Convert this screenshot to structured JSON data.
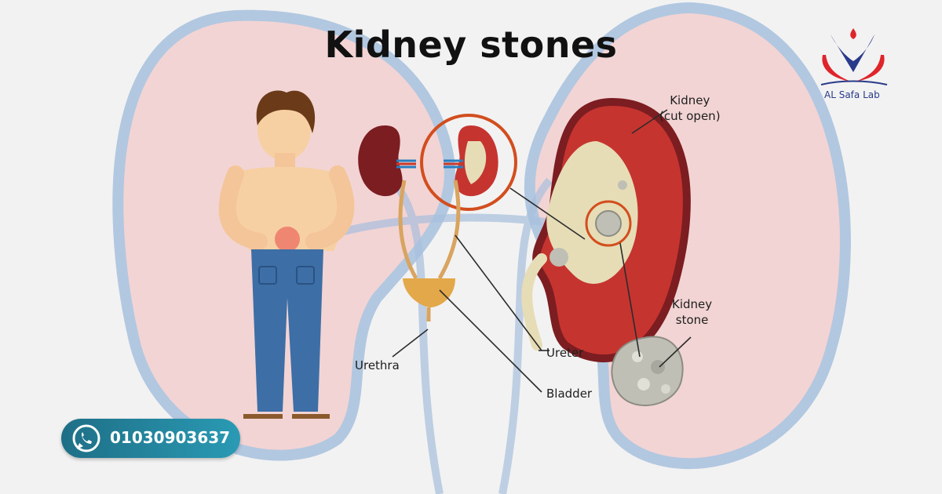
{
  "title": "Kidney stones",
  "brand": {
    "name": "AL Safa Lab",
    "colors": {
      "blue": "#2a3a8a",
      "red": "#e0242b"
    }
  },
  "labels": {
    "kidney_cut": [
      "Kidney",
      "(cut open)"
    ],
    "kidney_stone": [
      "Kidney",
      "stone"
    ],
    "ureter": "Ureter",
    "urethra": "Urethra",
    "bladder": "Bladder"
  },
  "contact": {
    "icon": "whatsapp-icon",
    "phone": "01030903637"
  },
  "colors": {
    "kidney_bg": "#f4cdcd",
    "kidney_outline": "#9db8d8",
    "kidney_red": "#c6342f",
    "kidney_dark": "#7c1d22",
    "pelvis": "#e6dcb6",
    "stone": "#bfbfb5",
    "ring": "#d24e1e",
    "jeans": "#3d6ea6",
    "skin": "#f6cfa2",
    "hair": "#6b3b19"
  }
}
